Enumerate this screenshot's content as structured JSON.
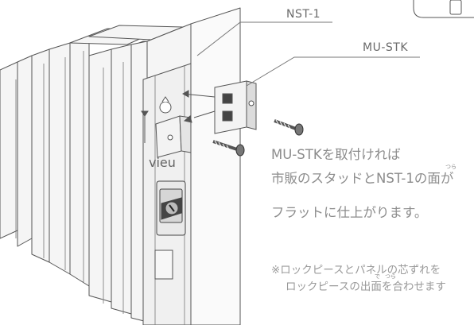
{
  "callouts": {
    "nst1": "NST-1",
    "mustk": "MU-STK"
  },
  "main_text": {
    "line1": "MU-STKを取付ければ",
    "line2": "市販のスタッドとNST-1の面が",
    "line3": "フラットに仕上がります。"
  },
  "note": {
    "line1": "※ロックピースとパネルの芯ずれを",
    "line2": "ロックピースの出面を合わせます"
  },
  "ruby": {
    "tsura1": "つら",
    "de": "で",
    "tsura2": "つら"
  },
  "panel_logo": "vieu",
  "colors": {
    "line": "#555555",
    "panel_fill": "#f4f4f4",
    "body_text": "#8c8c8c"
  }
}
